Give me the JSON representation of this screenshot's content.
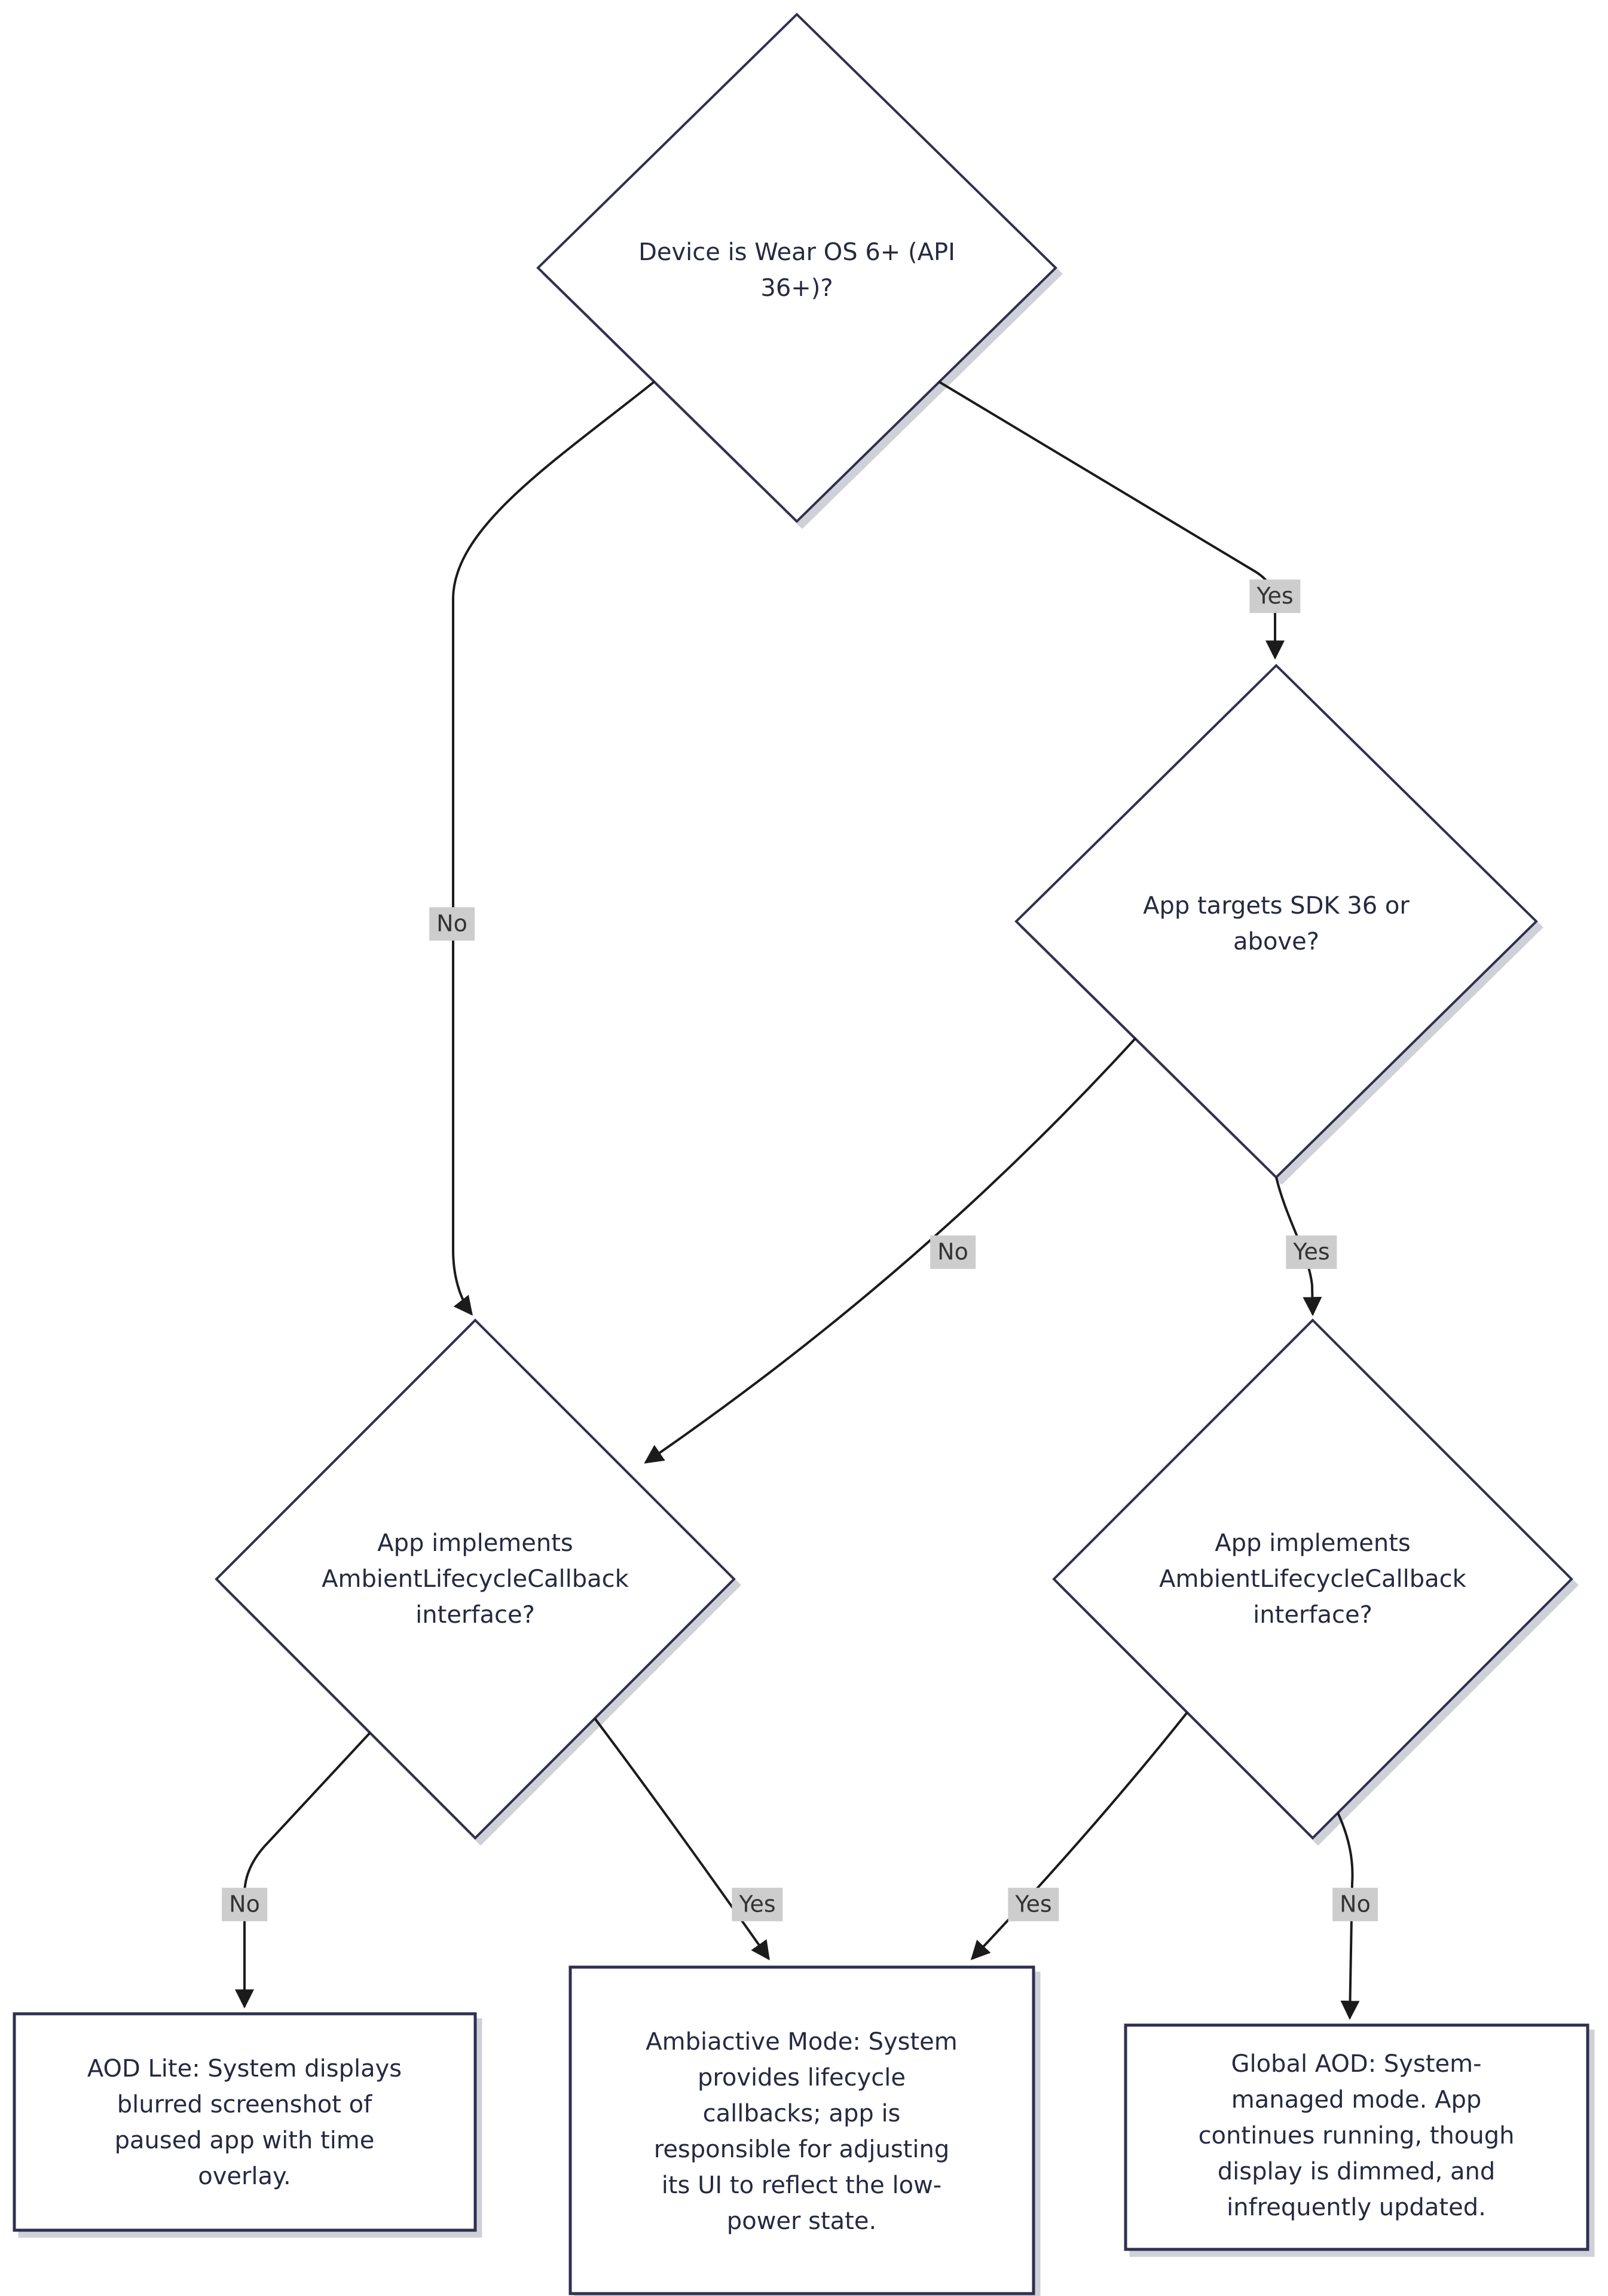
{
  "diagram": {
    "title": "Wear OS ambient mode decision flowchart",
    "nodes": {
      "device_check": {
        "text": "Device is Wear OS 6+ (API\n36+)?"
      },
      "sdk_check": {
        "text": "App targets SDK 36 or\nabove?"
      },
      "ambient_check_left": {
        "text": "App implements\nAmbientLifecycleCallback\ninterface?"
      },
      "ambient_check_right": {
        "text": "App implements\nAmbientLifecycleCallback\ninterface?"
      },
      "aod_lite": {
        "text": "AOD Lite: System displays\nblurred screenshot of\npaused app with time\noverlay."
      },
      "ambiactive": {
        "text": "Ambiactive Mode: System\nprovides lifecycle\ncallbacks; app is\nresponsible for adjusting\nits UI to reflect the low-\npower state."
      },
      "global_aod": {
        "text": "Global AOD: System-\nmanaged mode. App\ncontinues running, though\ndisplay is dimmed, and\ninfrequently updated."
      }
    },
    "edge_labels": {
      "device_yes": "Yes",
      "device_no": "No",
      "sdk_no": "No",
      "sdk_yes": "Yes",
      "left_no": "No",
      "left_yes": "Yes",
      "right_yes": "Yes",
      "right_no": "No"
    },
    "colors": {
      "node_border": "#2f3050",
      "node_fill": "#ffffff",
      "node_text": "#252a41",
      "edge": "#1b1b1b",
      "edge_label_bg": "#cdcdcd",
      "edge_label_text": "#333333",
      "background": "#ffffff"
    }
  }
}
